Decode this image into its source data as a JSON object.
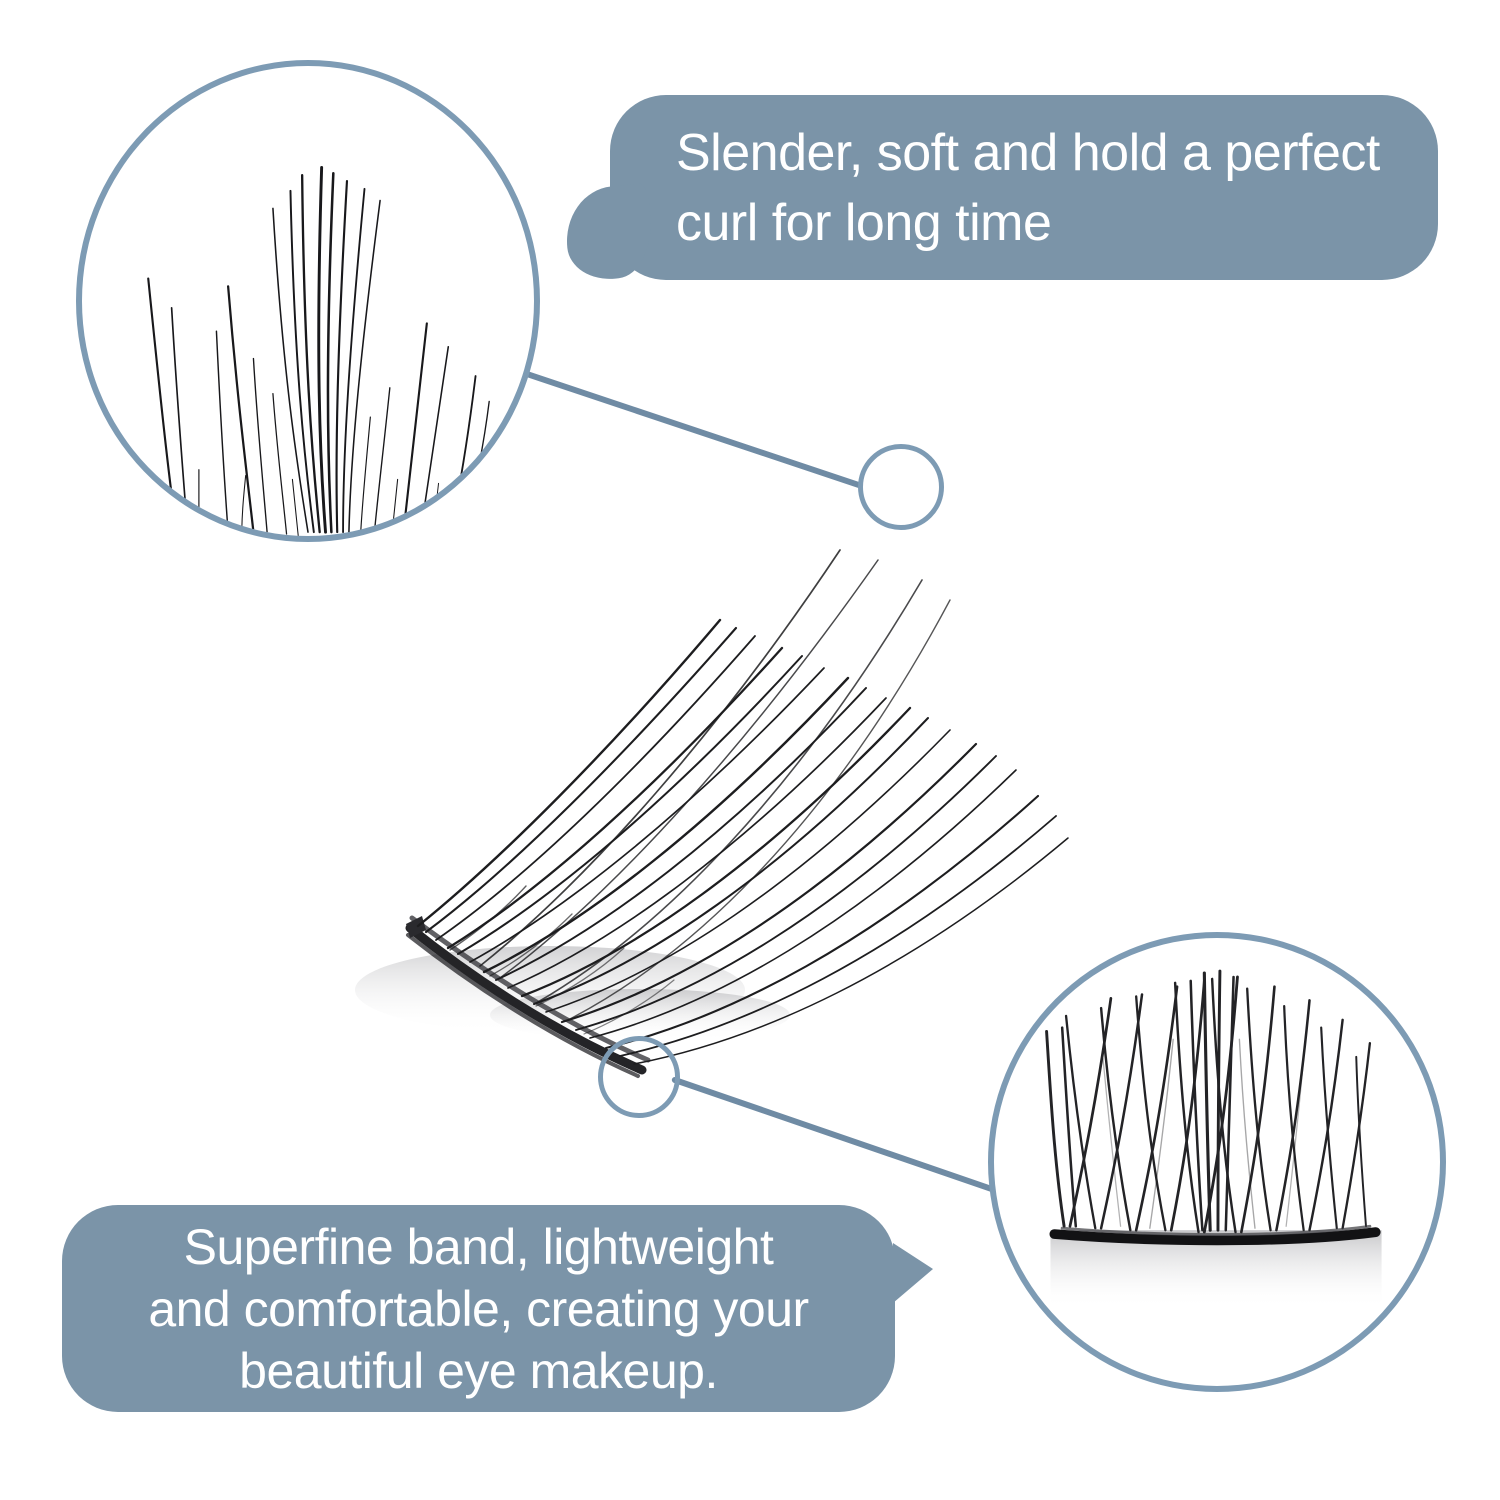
{
  "page": {
    "title": "False Eyelash Product Feature Infographic",
    "background_color": "#ffffff",
    "accent_color": "#7b94a8",
    "ring_color": "#7d9bb4",
    "lash_color": "#1d1d1f",
    "text_color": "#ffffff"
  },
  "callouts": {
    "top": {
      "text": "Slender, soft and hold a perfect\ncurl for long time",
      "line_1": "Slender, soft and hold a perfect",
      "line_2": "curl for long time",
      "align": "left",
      "tail_direction": "left",
      "background": "#7b94a8"
    },
    "bottom": {
      "text": "Superfine band, lightweight\nand comfortable, creating your\nbeautiful eye makeup.",
      "line_1": "Superfine band, lightweight",
      "line_2": "and comfortable, creating your",
      "line_3": "beautiful eye makeup.",
      "align": "center",
      "tail_direction": "right",
      "background": "#7b94a8"
    }
  },
  "magnifiers": {
    "tips": {
      "label": "lash-tips-closeup",
      "describes": "Magnified view of slender soft lash fiber tips",
      "linked_callout": "top"
    },
    "band": {
      "label": "lash-band-closeup",
      "describes": "Magnified view of the superfine lightweight lash band",
      "linked_callout": "bottom"
    }
  },
  "targets": {
    "upper": {
      "label": "zoom-target-lash-tips"
    },
    "lower": {
      "label": "zoom-target-lash-band"
    }
  },
  "product": {
    "label": "false-eyelash-strip",
    "description": "Single false eyelash strip with curved band and tapered fibers"
  }
}
